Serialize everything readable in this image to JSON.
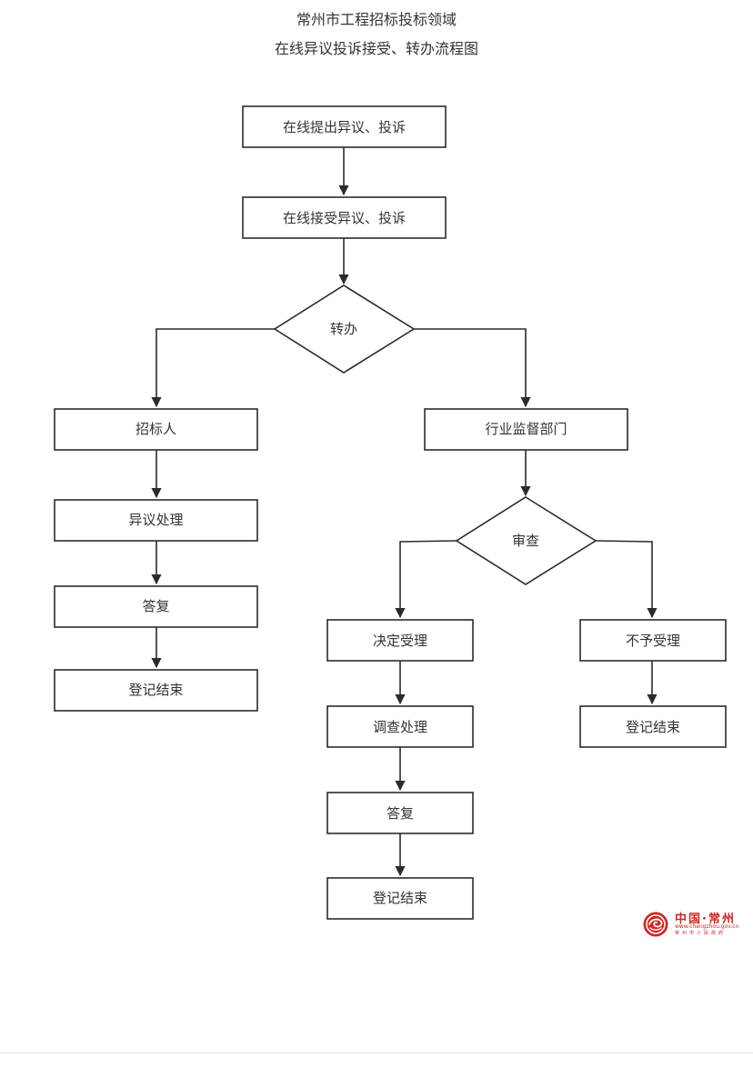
{
  "title": {
    "line1": "常州市工程招标投标领域",
    "line2": "在线异议投诉接受、转办流程图"
  },
  "nodes": {
    "submit": "在线提出异议、投诉",
    "accept": "在线接受异议、投诉",
    "transfer": "转办",
    "tenderer": "招标人",
    "objection": "异议处理",
    "reply_left": "答复",
    "end_left": "登记结束",
    "supervisor": "行业监督部门",
    "review": "审查",
    "decide_accept": "决定受理",
    "investigate": "调查处理",
    "reply_mid": "答复",
    "end_mid": "登记结束",
    "reject": "不予受理",
    "end_right": "登记结束"
  },
  "logo": {
    "name": "中国·常州",
    "url": "www.changzhou.gov.cn",
    "sub": "常州市人民政府"
  },
  "colors": {
    "line": "#2b2b2b",
    "text": "#333333",
    "logo": "#d2261f"
  }
}
